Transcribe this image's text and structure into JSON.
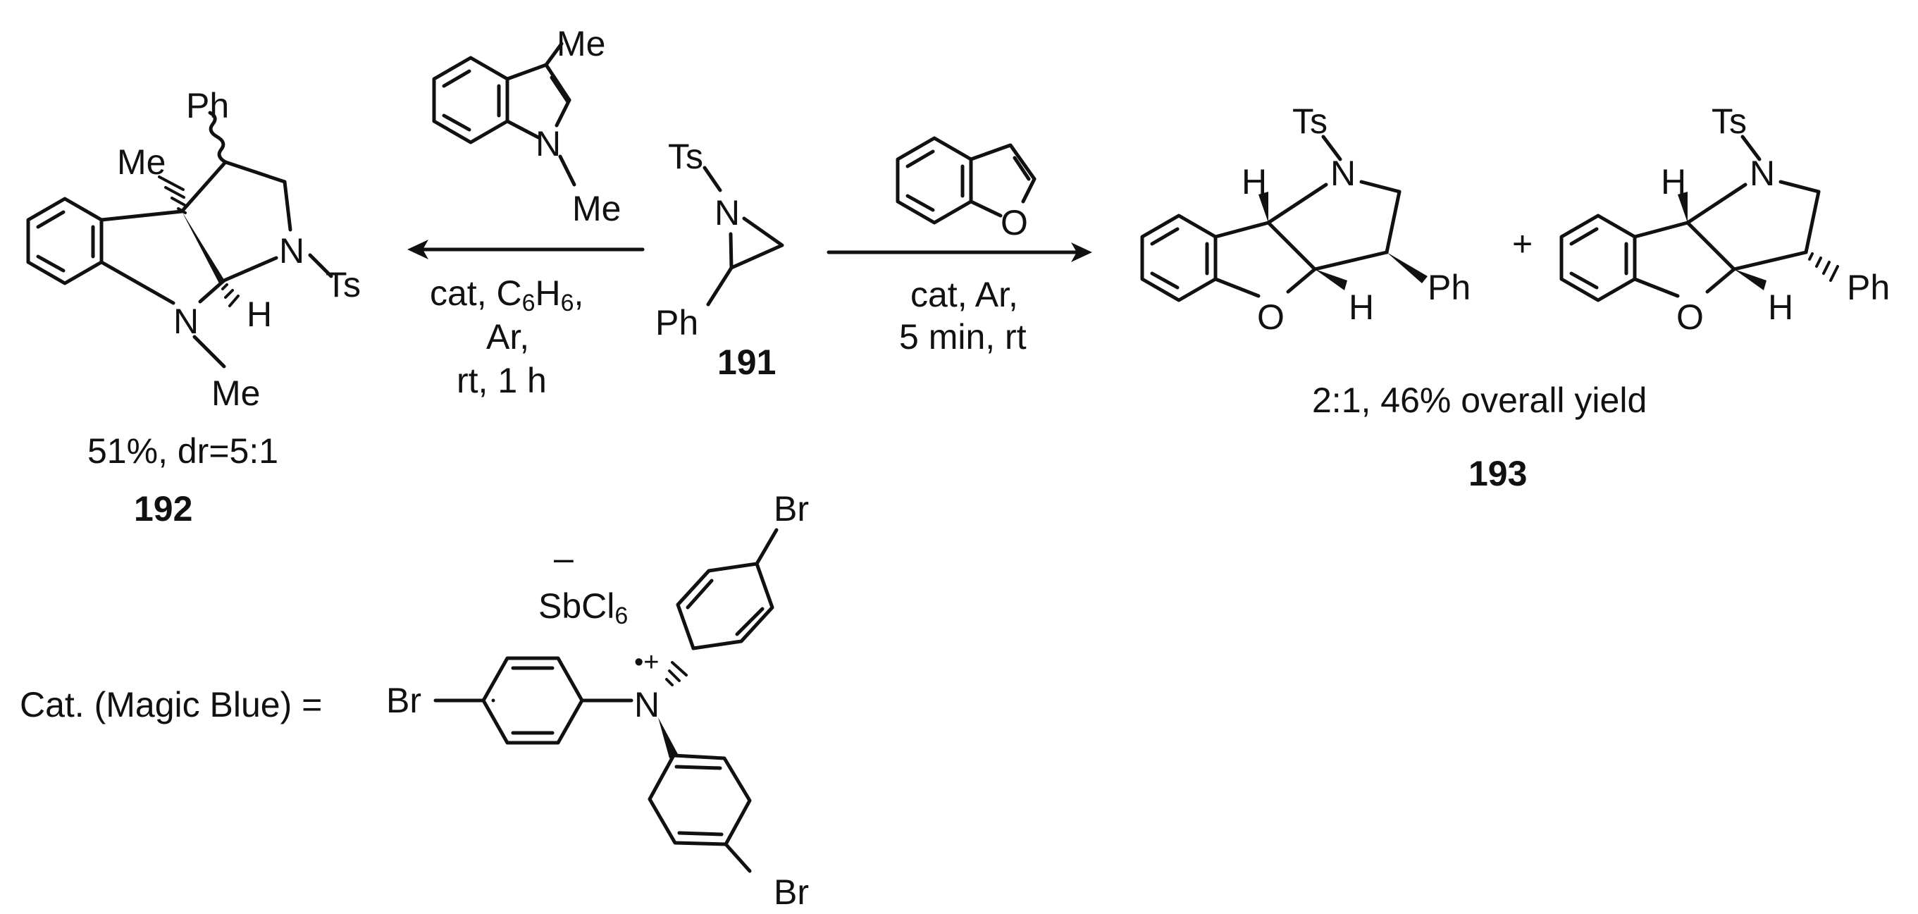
{
  "reagent_indole": {
    "me_top": "Me",
    "n": "N",
    "me_n": "Me"
  },
  "start_191": {
    "ts": "Ts",
    "n": "N",
    "ph": "Ph",
    "number": "191"
  },
  "reaction_left": {
    "line1": "cat, C",
    "c_sub": "6",
    "h": "H",
    "h_sub": "6",
    "comma": ",",
    "line2": "Ar,",
    "line3": "rt, 1 h"
  },
  "reaction_right": {
    "line1": "cat, Ar,",
    "line2": "5 min, rt",
    "benzofuran_o": "O"
  },
  "product_192": {
    "ph": "Ph",
    "me_quat": "Me",
    "n_ring": "N",
    "ts": "Ts",
    "h": "H",
    "n_indoline": "N",
    "me_n": "Me",
    "yield": "51%, dr=5:1",
    "number": "192"
  },
  "product_193a": {
    "ts": "Ts",
    "n": "N",
    "h_top": "H",
    "h_bottom": "H",
    "o": "O",
    "ph": "Ph"
  },
  "plus": "+",
  "product_193b": {
    "ts": "Ts",
    "n": "N",
    "h_top": "H",
    "h_bottom": "H",
    "o": "O",
    "ph": "Ph"
  },
  "product_193_yield": "2:1, 46% overall yield",
  "product_193_number": "193",
  "catalyst": {
    "label": "Cat. (Magic Blue) = ",
    "br_left": "Br",
    "n": "N",
    "radical_cation": "•+",
    "anion_charge": "–",
    "anion": "SbCl",
    "anion_sub": "6",
    "br_top": "Br",
    "br_bottom": "Br"
  }
}
